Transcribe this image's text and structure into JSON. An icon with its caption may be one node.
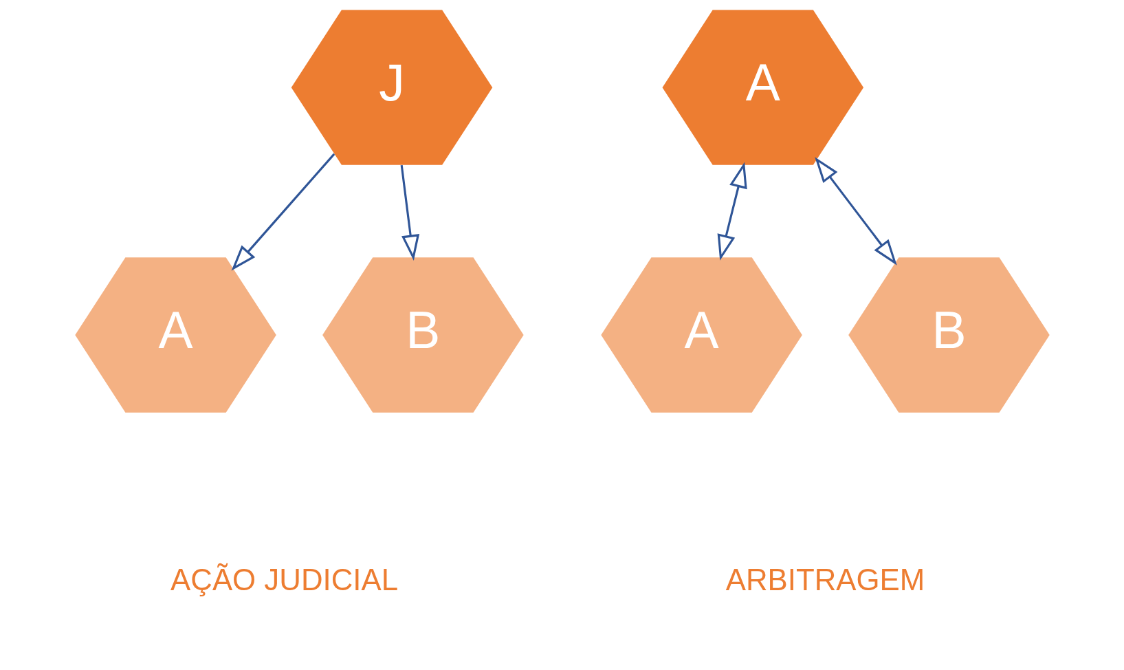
{
  "diagram": {
    "nodes": [
      {
        "text": [
          "J"
        ]
      },
      {
        "text": [
          "A"
        ]
      },
      {
        "text": [
          "A"
        ]
      },
      {
        "text": [
          "B"
        ]
      },
      {
        "text": [
          "A"
        ]
      },
      {
        "text": [
          "B"
        ]
      }
    ],
    "edges": [
      {
        "from": 0,
        "to": 2,
        "arrow": "to"
      },
      {
        "from": 0,
        "to": 3,
        "arrow": "to"
      },
      {
        "from": 1,
        "to": 4,
        "arrow": "both"
      },
      {
        "from": 1,
        "to": 5,
        "arrow": "both"
      }
    ],
    "labels": [
      "AÇÃO JUDICIAL",
      "ARBITRAGEM"
    ]
  }
}
